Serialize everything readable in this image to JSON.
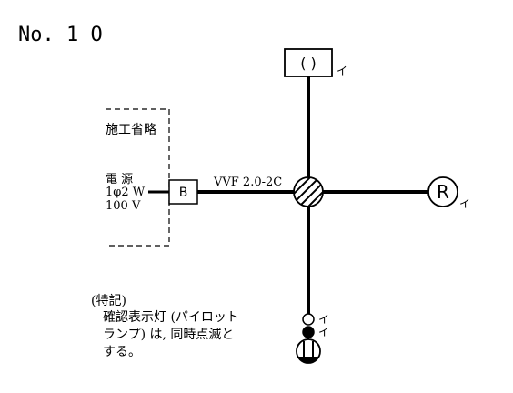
{
  "problem_number": "No. 1 O",
  "omitted_label": "施工省略",
  "source": {
    "line1": "電 源",
    "line2": "1φ2 W",
    "line3": "100 V"
  },
  "junction_box_label": "B",
  "cable_label": "VVF 2.0-2C",
  "ceiling_light_label": "( )",
  "receptacle_light_label": "R",
  "switch_letter": "イ",
  "notes": {
    "heading": "(特記)",
    "line1": "確認表示灯 (パイロット",
    "line2": "ランプ) は, 同時点滅と",
    "line3": "する。"
  }
}
